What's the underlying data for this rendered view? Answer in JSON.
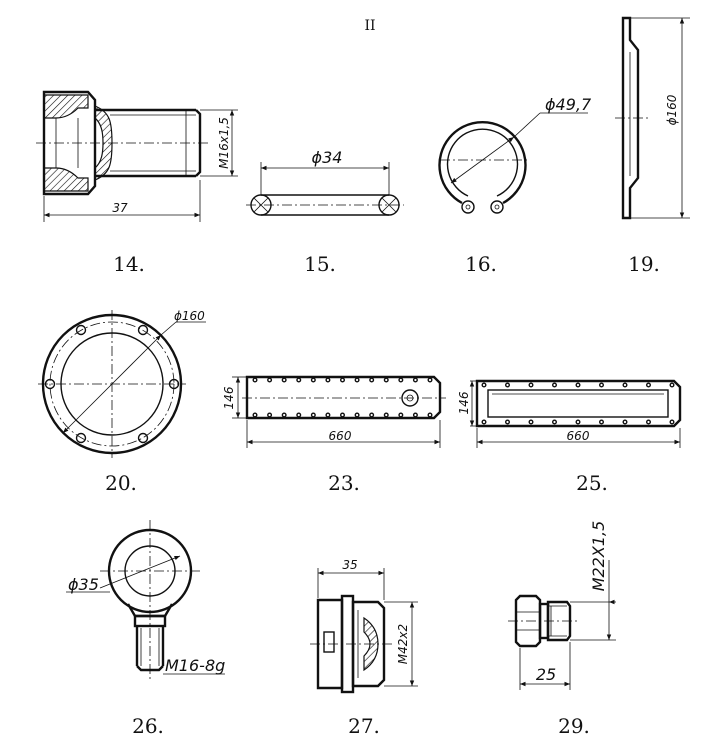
{
  "page": {
    "number": "II"
  },
  "figures": [
    {
      "id": "fig14",
      "label": "14.",
      "dims": [
        "37",
        "M16x1,5"
      ]
    },
    {
      "id": "fig15",
      "label": "15.",
      "dims": [
        "ϕ34"
      ]
    },
    {
      "id": "fig16",
      "label": "16.",
      "dims": [
        "ϕ49,7"
      ]
    },
    {
      "id": "fig19",
      "label": "19.",
      "dims": [
        "ϕ160"
      ]
    },
    {
      "id": "fig20",
      "label": "20.",
      "dims": [
        "ϕ160"
      ]
    },
    {
      "id": "fig23",
      "label": "23.",
      "dims": [
        "660",
        "146"
      ]
    },
    {
      "id": "fig25",
      "label": "25.",
      "dims": [
        "660",
        "146"
      ]
    },
    {
      "id": "fig26",
      "label": "26.",
      "dims": [
        "ϕ35",
        "M16-8g"
      ]
    },
    {
      "id": "fig27",
      "label": "27.",
      "dims": [
        "35",
        "M42x2"
      ]
    },
    {
      "id": "fig29",
      "label": "29.",
      "dims": [
        "M22X1,5",
        "25"
      ]
    }
  ]
}
